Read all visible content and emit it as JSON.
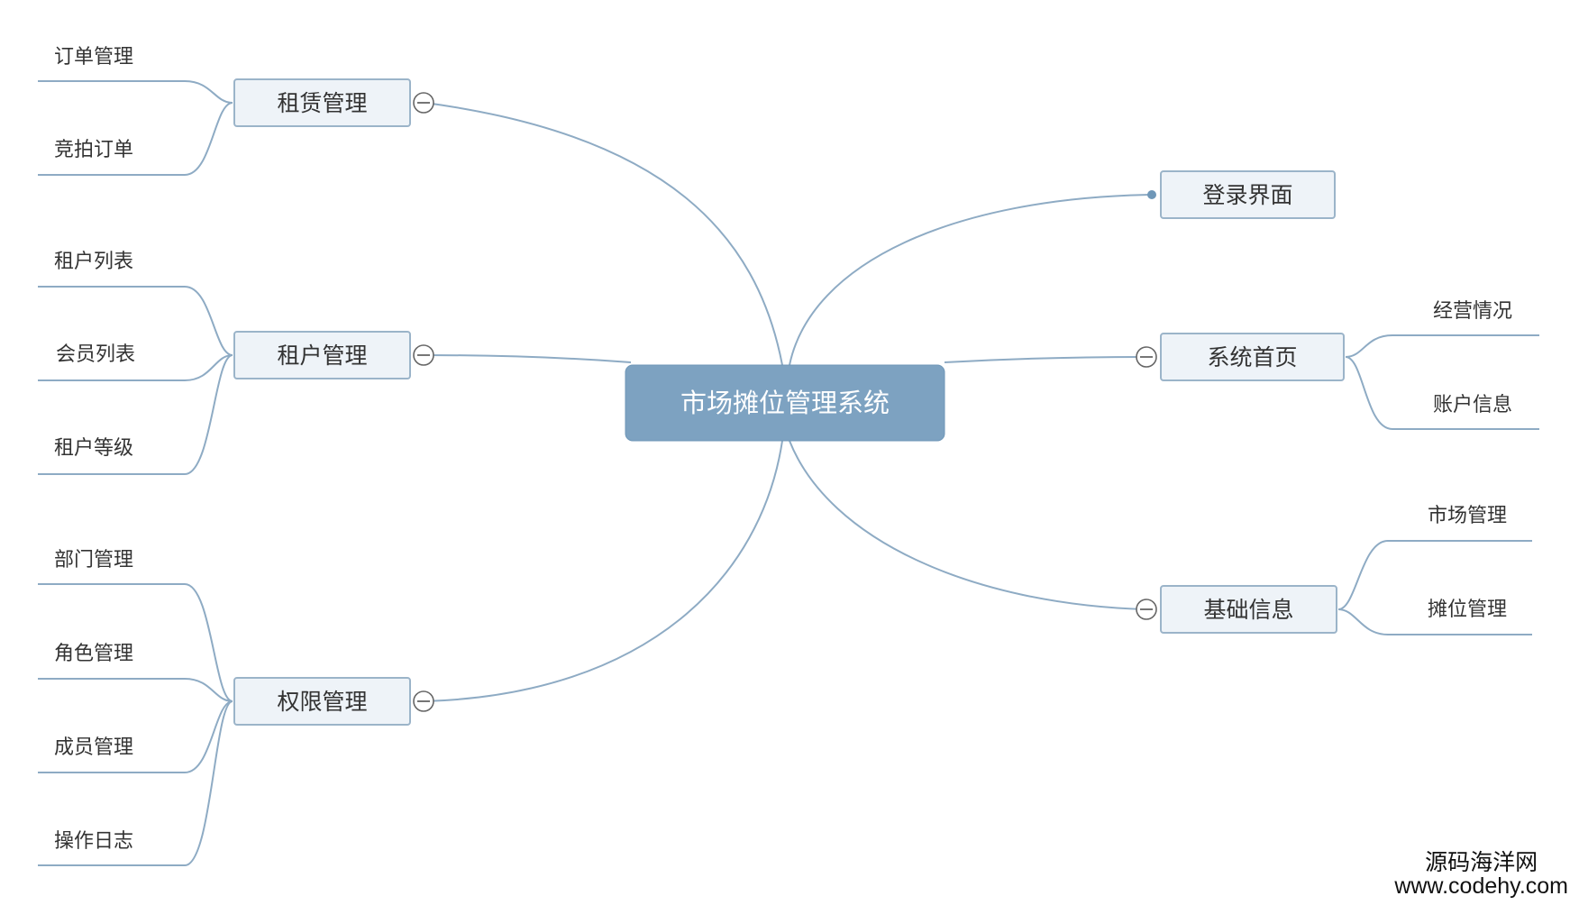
{
  "root": {
    "label": "市场摊位管理系统",
    "fill": "#7da2c1",
    "text_color": "#ffffff"
  },
  "colors": {
    "connector": "#8eabc4",
    "node_fill": "#eef3f8",
    "node_border": "#9bb4c9"
  },
  "branches": [
    {
      "id": "rental",
      "label": "租赁管理",
      "side": "left",
      "toggle": "collapse",
      "children": [
        "订单管理",
        "竞拍订单"
      ]
    },
    {
      "id": "tenant",
      "label": "租户管理",
      "side": "left",
      "toggle": "collapse",
      "children": [
        "租户列表",
        "会员列表",
        "租户等级"
      ]
    },
    {
      "id": "permission",
      "label": "权限管理",
      "side": "left",
      "toggle": "collapse",
      "children": [
        "部门管理",
        "角色管理",
        "成员管理",
        "操作日志"
      ]
    },
    {
      "id": "login",
      "label": "登录界面",
      "side": "right",
      "toggle": "dot",
      "children": []
    },
    {
      "id": "home",
      "label": "系统首页",
      "side": "right",
      "toggle": "collapse",
      "children": [
        "经营情况",
        "账户信息"
      ]
    },
    {
      "id": "basic",
      "label": "基础信息",
      "side": "right",
      "toggle": "collapse",
      "children": [
        "市场管理",
        "摊位管理"
      ]
    }
  ],
  "watermark": {
    "name": "源码海洋网",
    "url": "www.codehy.com"
  }
}
